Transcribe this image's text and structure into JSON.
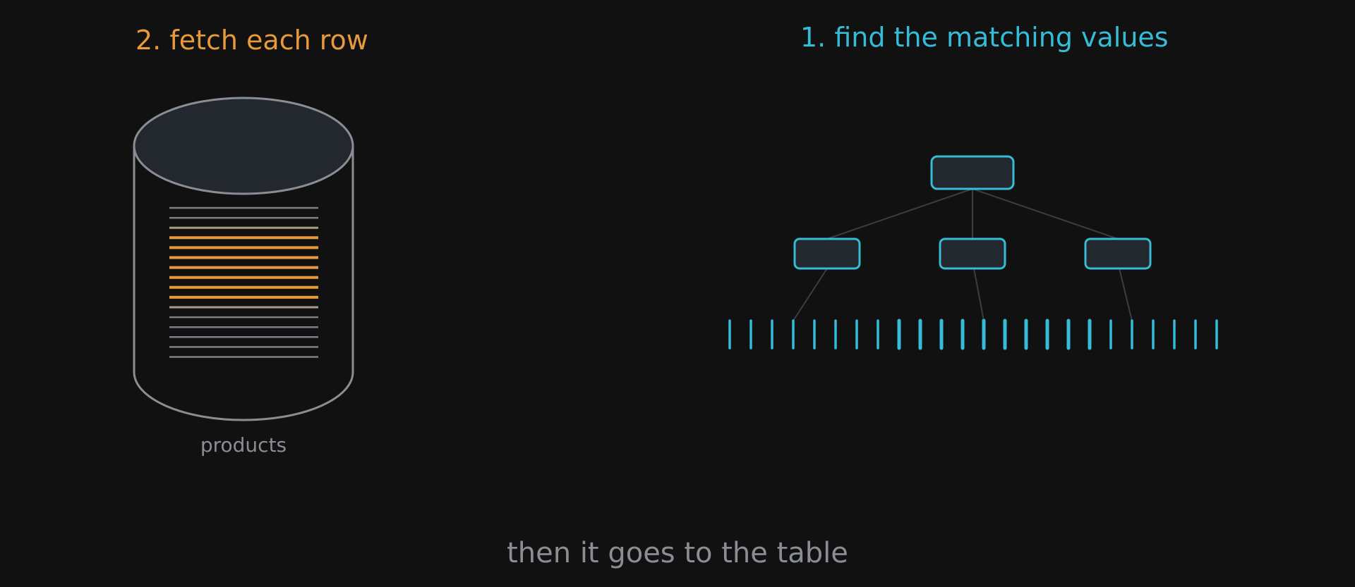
{
  "colors": {
    "background": "#111111",
    "accent_orange": "#e69a3c",
    "accent_cyan": "#36bcd6",
    "muted_text": "#8a8d93",
    "node_fill": "#23272e",
    "outline_gray": "#8a8d93"
  },
  "headings": {
    "fetch": "2. fetch each row",
    "find": "1. find the matching values"
  },
  "table": {
    "label": "products",
    "row_count": 16,
    "highlighted_rows": [
      3,
      4,
      5,
      6,
      7,
      8,
      9
    ]
  },
  "index": {
    "leaf_count": 24,
    "emphasized_leaves": [
      8,
      9,
      10,
      11,
      12,
      13,
      14,
      15,
      16,
      17
    ]
  },
  "caption": "then it goes to the table"
}
